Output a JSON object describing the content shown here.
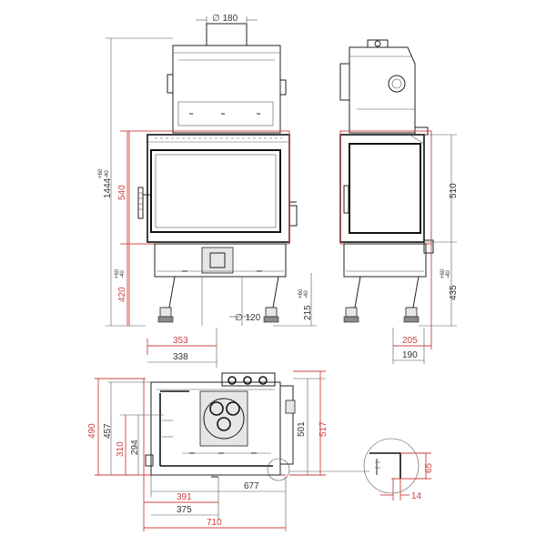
{
  "front_view": {
    "flue_diameter": "∅ 180",
    "height_total": "1444",
    "height_total_tol_upper": "+60",
    "height_total_tol_lower": "-40",
    "door_height": "540",
    "base_height": "420",
    "base_height_tol_upper": "+60",
    "base_height_tol_lower": "-40",
    "air_inlet_diameter": "∅ 120",
    "air_inlet_height": "215",
    "air_inlet_height_tol_upper": "+60",
    "air_inlet_height_tol_lower": "-40",
    "offset_red": "353",
    "offset_black": "338"
  },
  "side_view": {
    "door_height": "510",
    "base_height": "435",
    "base_height_tol_upper": "+60",
    "base_height_tol_lower": "-40",
    "depth_red": "205",
    "depth_black": "190"
  },
  "top_view": {
    "depth_red_outer": "490",
    "depth_inner": "457",
    "depth_red_inner": "310",
    "depth_294": "294",
    "width_677": "677",
    "width_red_391": "391",
    "width_375": "375",
    "width_red_710": "710",
    "depth_right_501": "501",
    "depth_right_red_517": "517"
  },
  "detail": {
    "height_red": "65",
    "width_red": "14"
  },
  "colors": {
    "line": "#222222",
    "accent_red": "#d04040",
    "fill_grey": "#e6e6e6"
  }
}
